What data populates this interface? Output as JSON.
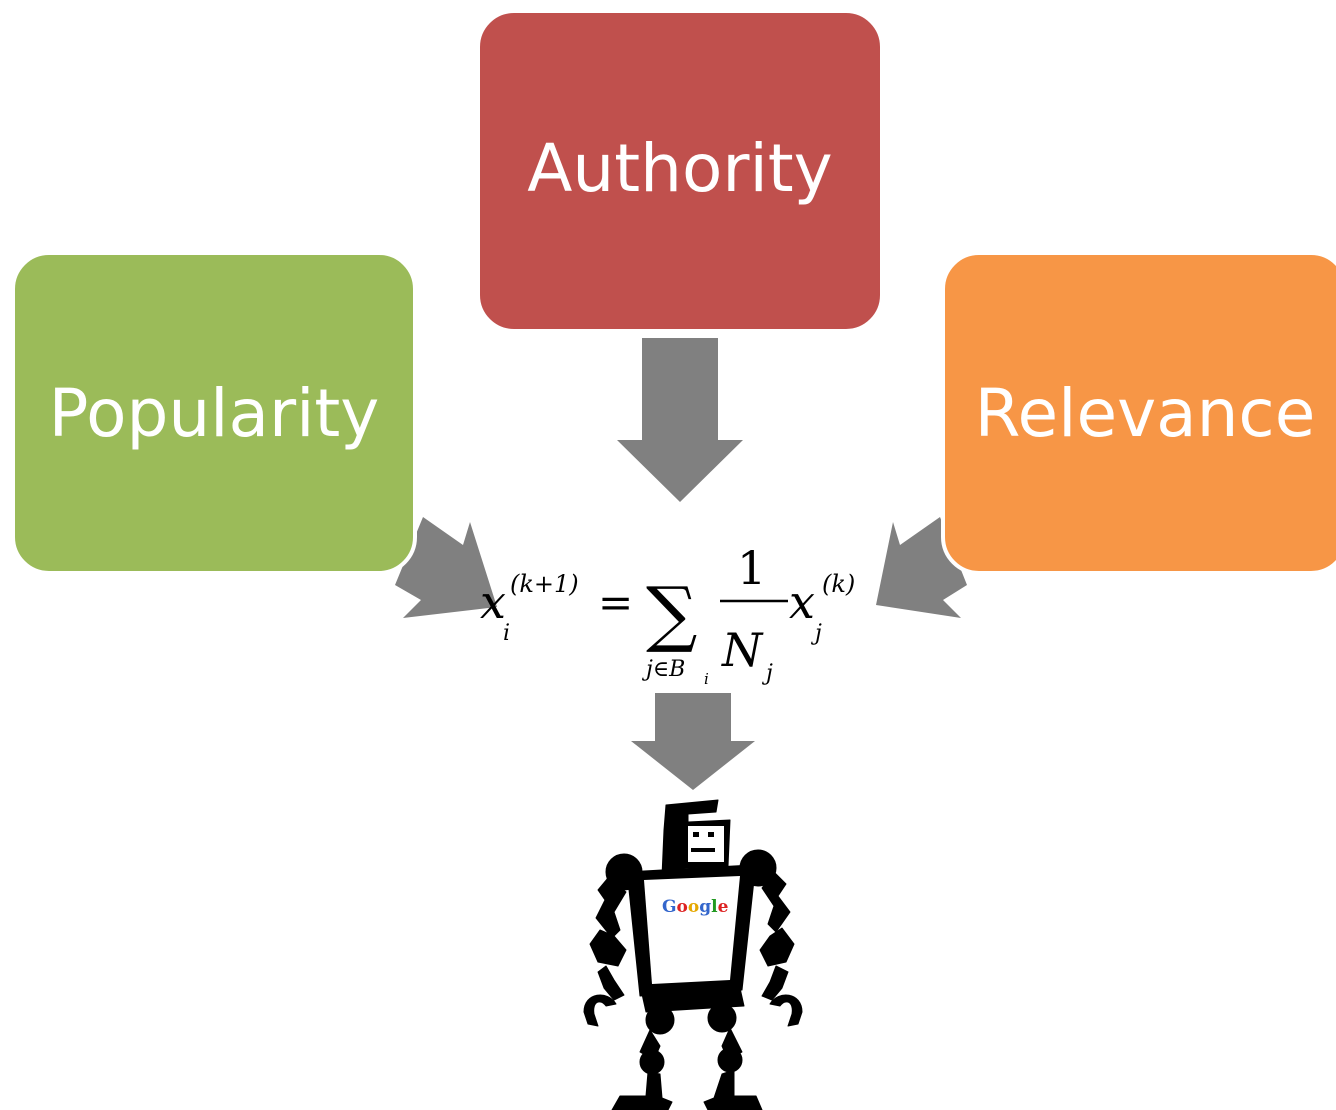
{
  "boxes": {
    "popularity": {
      "label": "Popularity",
      "color": "#9BBB59"
    },
    "authority": {
      "label": "Authority",
      "color": "#C0504D"
    },
    "relevance": {
      "label": "Relevance",
      "color": "#F79646"
    }
  },
  "arrow_color": "#808080",
  "formula": {
    "lhs_var": "x",
    "lhs_sub": "i",
    "lhs_sup": "(k+1)",
    "equals": "=",
    "sum_symbol": "∑",
    "sum_sub_j": "j∈B",
    "sum_sub_i": "i",
    "numerator": "1",
    "denominator_var": "N",
    "denominator_sub": "j",
    "rhs_var": "x",
    "rhs_sub": "j",
    "rhs_sup": "(k)"
  },
  "robot": {
    "logo_letters": [
      {
        "char": "G",
        "color": "#3366CC"
      },
      {
        "char": "o",
        "color": "#DD2222"
      },
      {
        "char": "o",
        "color": "#E6A800"
      },
      {
        "char": "g",
        "color": "#3366CC"
      },
      {
        "char": "l",
        "color": "#229922"
      },
      {
        "char": "e",
        "color": "#DD2222"
      }
    ]
  }
}
